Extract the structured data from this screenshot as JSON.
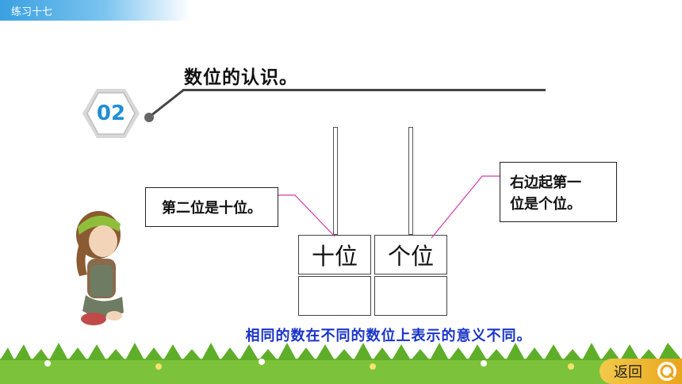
{
  "header": {
    "title": "练习十七"
  },
  "section": {
    "number": "02",
    "title": "数位的认识。"
  },
  "notes": {
    "left": "第二位是十位。",
    "right_line1": "右边起第一",
    "right_line2": "位是个位。"
  },
  "place_table": {
    "headers": [
      "十位",
      "个位"
    ],
    "values": [
      "",
      ""
    ]
  },
  "bottom_note": "相同的数在不同的数位上表示的意义不同。",
  "return_button": {
    "label": "返回"
  },
  "colors": {
    "header_blue": "#3aa0e0",
    "badge_blue": "#1f8fd6",
    "note_blue": "#1a34c9",
    "pointer_magenta": "#d23bb0",
    "return_gold": "#e9a51c"
  }
}
